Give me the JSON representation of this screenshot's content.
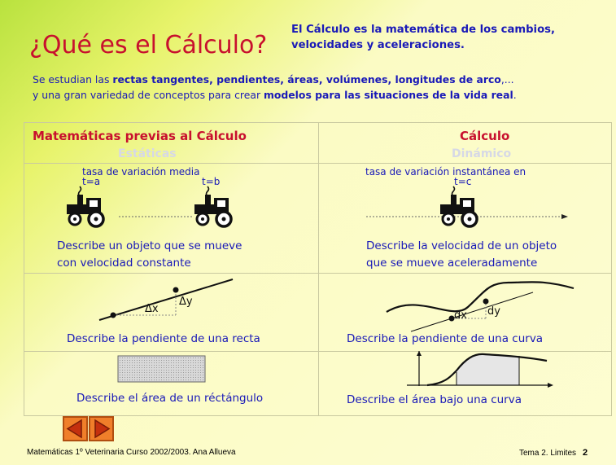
{
  "title": "¿Qué es el Cálculo?",
  "subtitle": {
    "line1": "El Cálculo es la matemática de los cambios,",
    "line2": "velocidades y aceleraciones."
  },
  "intro": {
    "l1_pre": "Se estudian las ",
    "l1_bold": "rectas tangentes, pendientes, áreas, volúmenes, longitudes de arco",
    "l1_post": ",...",
    "l2_pre": "y una gran variedad de conceptos para crear ",
    "l2_bold": "modelos para las situaciones de la vida real",
    "l2_post": "."
  },
  "left": {
    "heading": "Matemáticas previas al Cálculo",
    "ghost": "Estáticas",
    "rate": "tasa de variación media",
    "ta": "t=a",
    "tb": "t=b",
    "desc1a": "Describe un objeto que se mueve",
    "desc1b": "con velocidad constante",
    "dx": "Δx",
    "dy": "Δy",
    "desc2": "Describe la pendiente de una recta",
    "desc3": "Describe el área de un  réctángulo"
  },
  "right": {
    "heading": "Cálculo",
    "ghost": "Dinámico",
    "rate": "tasa de variación instantánea en",
    "tc": "t=c",
    "desc1a": "Describe la velocidad de un objeto",
    "desc1b": "que se mueve aceleradamente",
    "dx": "dx",
    "dy": "dy",
    "desc2": "Describe la pendiente de una curva",
    "desc3": "Describe el área bajo una curva"
  },
  "footer": {
    "left": "Matemáticas 1º Veterinaria Curso 2002/2003.  Ana Allueva",
    "right": "Tema 2. Limites",
    "page": "2"
  },
  "colors": {
    "accent_red": "#c8102e",
    "text_blue": "#1919b8",
    "nav_orange": "#f07f2a"
  }
}
